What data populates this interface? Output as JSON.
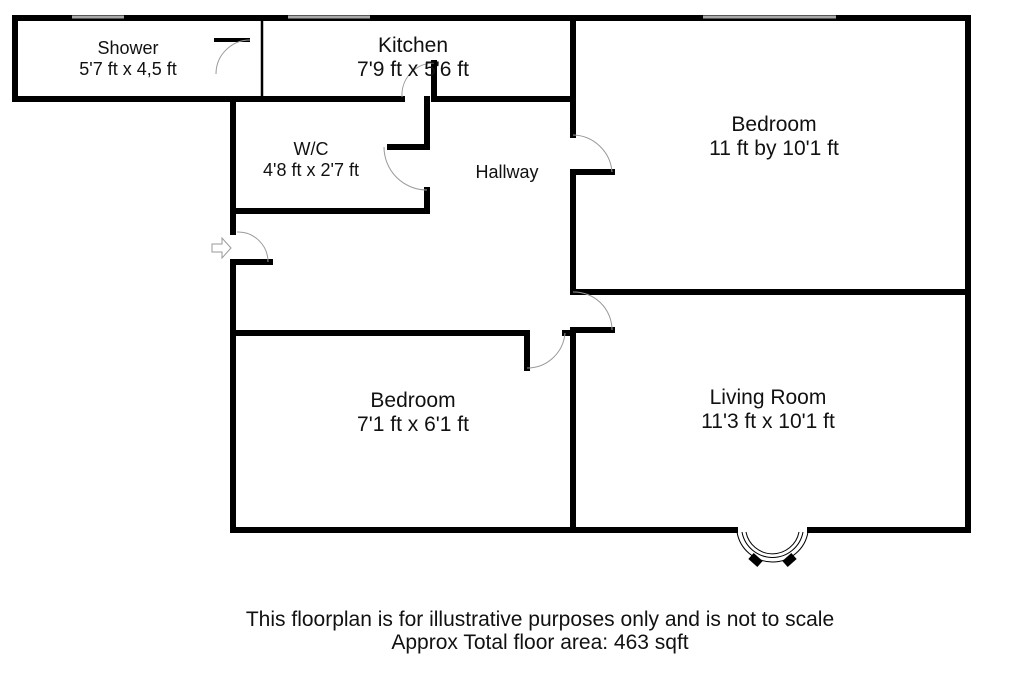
{
  "rooms": {
    "shower": {
      "name": "Shower",
      "size": "5'7 ft x 4,5 ft"
    },
    "kitchen": {
      "name": "Kitchen",
      "size": "7'9 ft x 5'6 ft"
    },
    "wc": {
      "name": "W/C",
      "size": "4'8 ft x 2'7 ft"
    },
    "hallway": {
      "name": "Hallway"
    },
    "bedroom1": {
      "name": "Bedroom",
      "size": "11 ft by 10'1 ft"
    },
    "bedroom2": {
      "name": "Bedroom",
      "size": "7'1 ft x 6'1 ft"
    },
    "living": {
      "name": "Living Room",
      "size": "11'3 ft x 10'1 ft"
    }
  },
  "footer": {
    "disclaimer": "This floorplan is for illustrative purposes only and is not to scale",
    "area": "Approx Total floor area: 463 sqft"
  }
}
